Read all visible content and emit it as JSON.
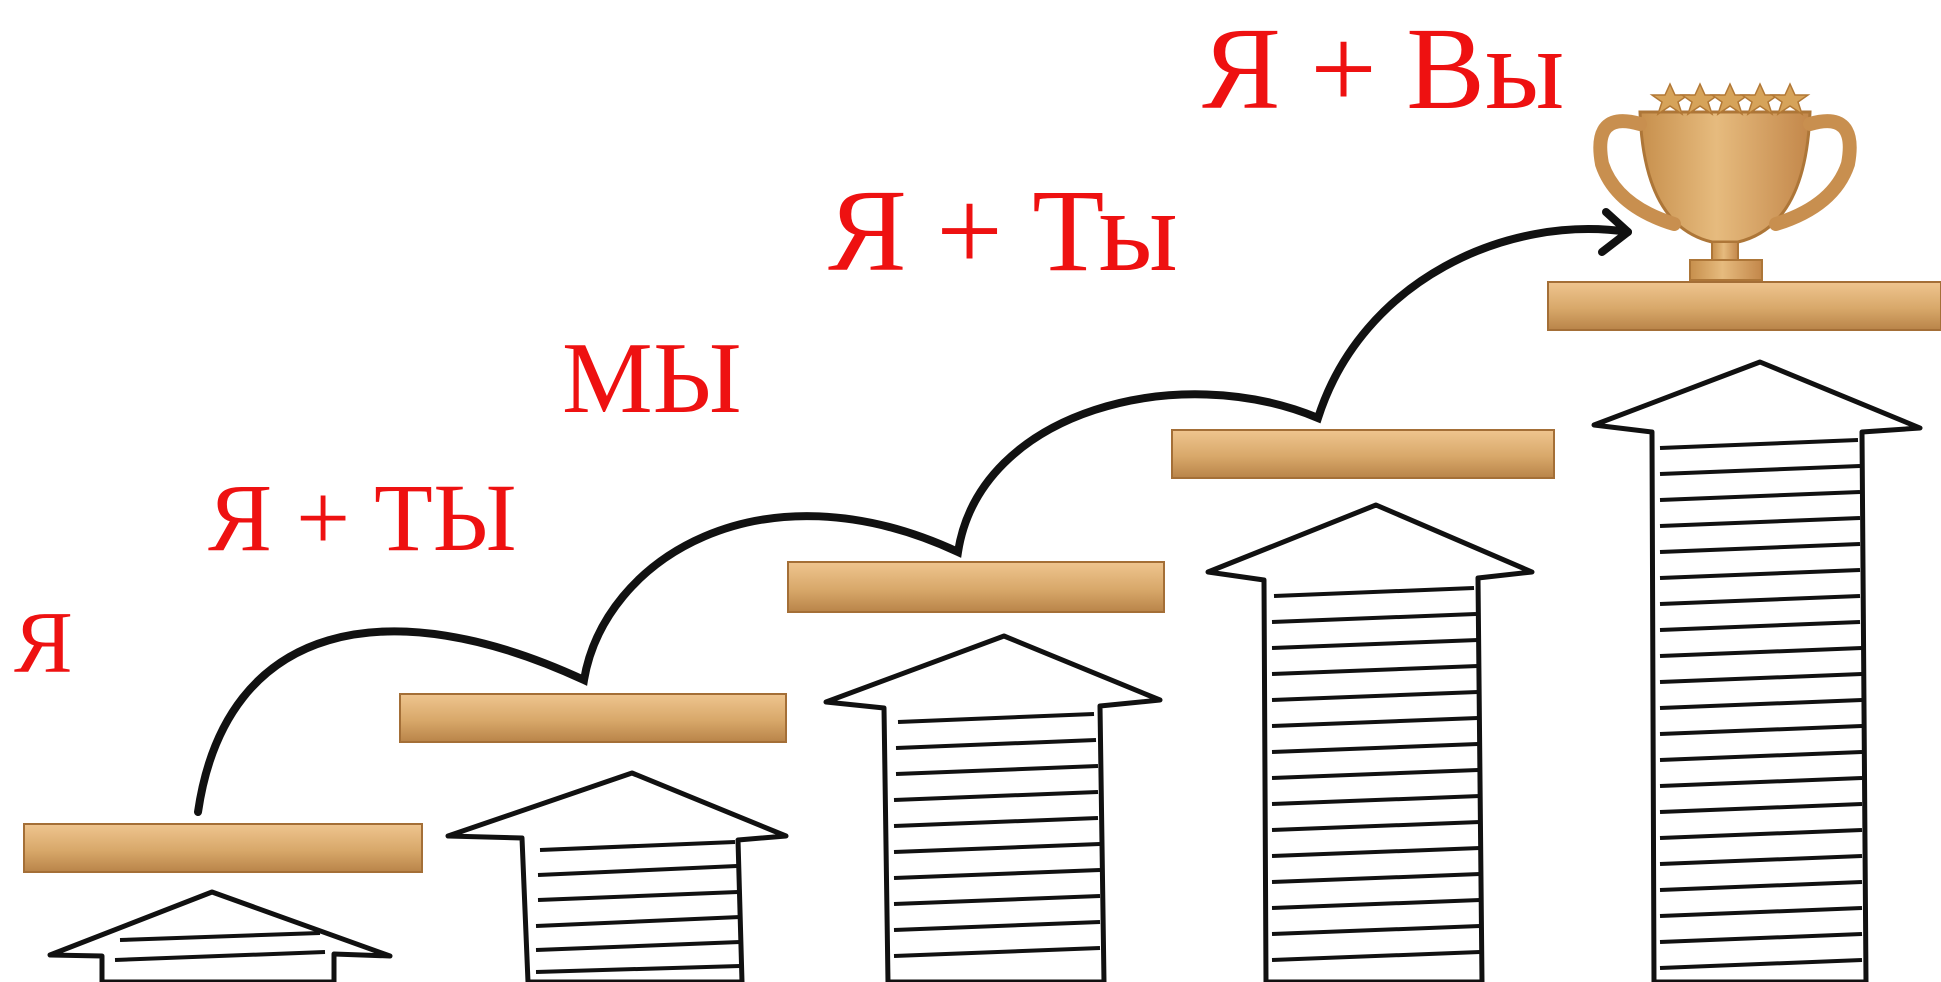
{
  "steps": [
    {
      "label": "Я"
    },
    {
      "label": "Я + ТЫ"
    },
    {
      "label": "МЫ"
    },
    {
      "label": "Я + Ты"
    },
    {
      "label": "Я + Вы"
    }
  ],
  "colors": {
    "label": "#ee1111",
    "wood": "#d8a86a",
    "wood_dark": "#b98449",
    "ink": "#111111",
    "trophy": "#d9a35f"
  },
  "icons": {
    "trophy": "trophy-icon",
    "arrow": "up-arrow-icon",
    "rating": "star-icon"
  },
  "rating": 5
}
